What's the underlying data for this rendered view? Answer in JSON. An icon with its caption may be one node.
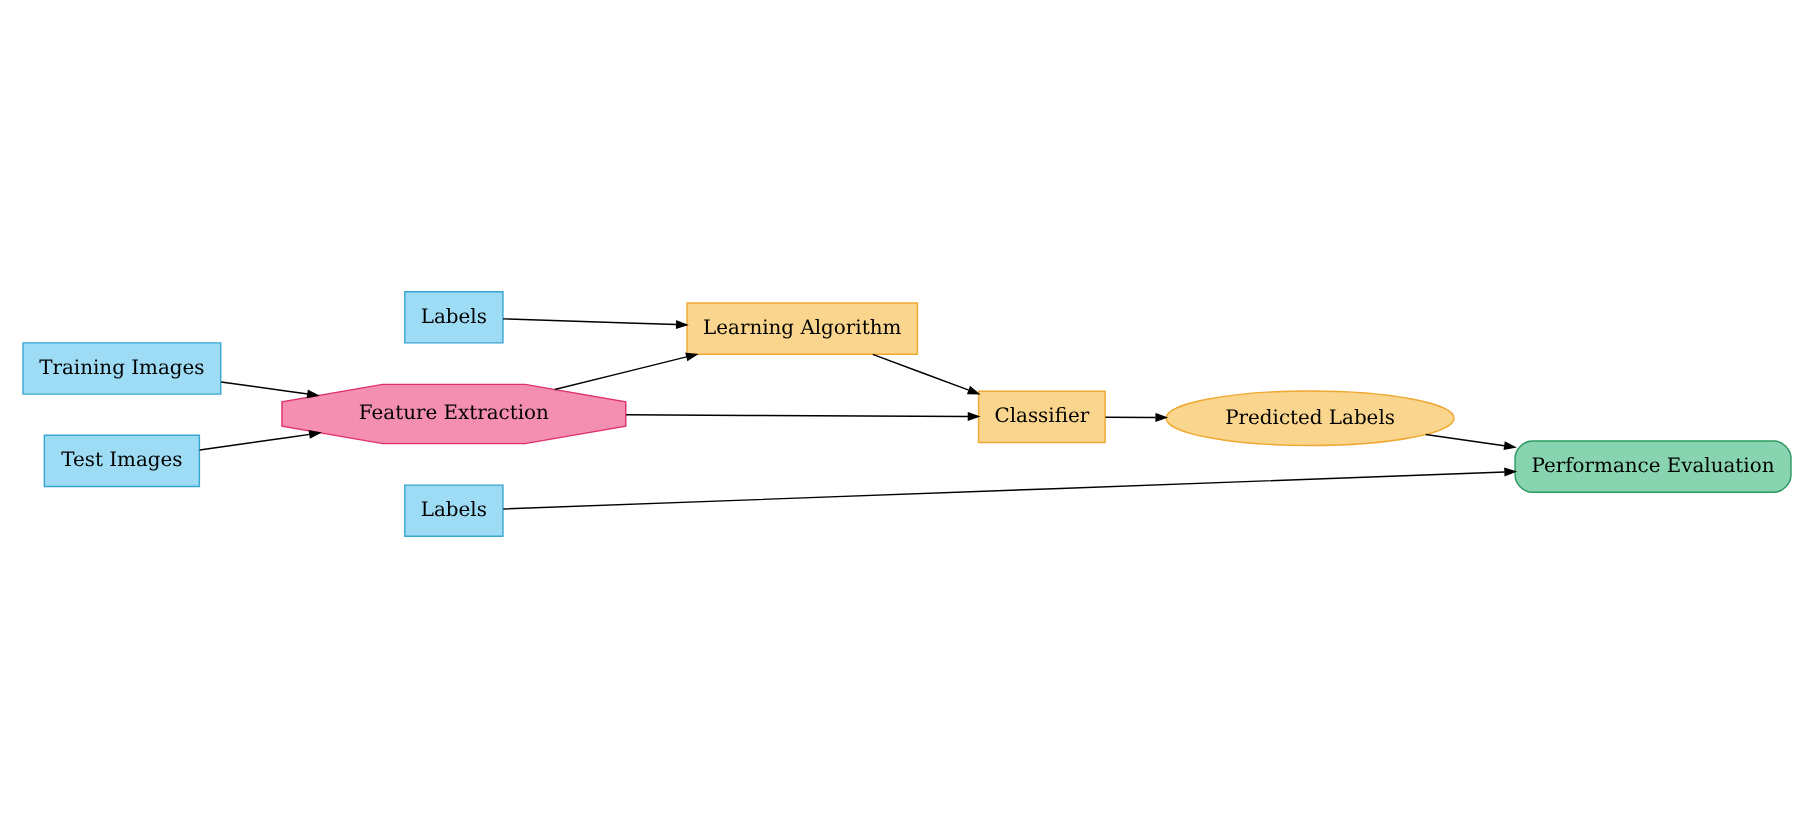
{
  "diagram": {
    "nodes": [
      {
        "text": [
          "Training Images"
        ]
      },
      {
        "text": [
          "Labels"
        ]
      },
      {
        "text": [
          "Test Images"
        ]
      },
      {
        "text": [
          "Labels"
        ]
      },
      {
        "text": [
          "Feature Extraction"
        ]
      },
      {
        "text": [
          "Learning Algorithm"
        ]
      },
      {
        "text": [
          "Classifier"
        ]
      },
      {
        "text": [
          "Predicted Labels"
        ]
      },
      {
        "text": [
          "Performance Evaluation"
        ]
      }
    ],
    "edges": [
      {
        "from": 1,
        "to": 5,
        "arrow": "to"
      },
      {
        "from": 0,
        "to": 4,
        "arrow": "to"
      },
      {
        "from": 2,
        "to": 4,
        "arrow": "to"
      },
      {
        "from": 4,
        "to": 5,
        "arrow": "to"
      },
      {
        "from": 4,
        "to": 6,
        "arrow": "to"
      },
      {
        "from": 5,
        "to": 6,
        "arrow": "to"
      },
      {
        "from": 6,
        "to": 7,
        "arrow": "to"
      },
      {
        "from": 7,
        "to": 8,
        "arrow": "to"
      },
      {
        "from": 3,
        "to": 8,
        "arrow": "to"
      }
    ]
  }
}
